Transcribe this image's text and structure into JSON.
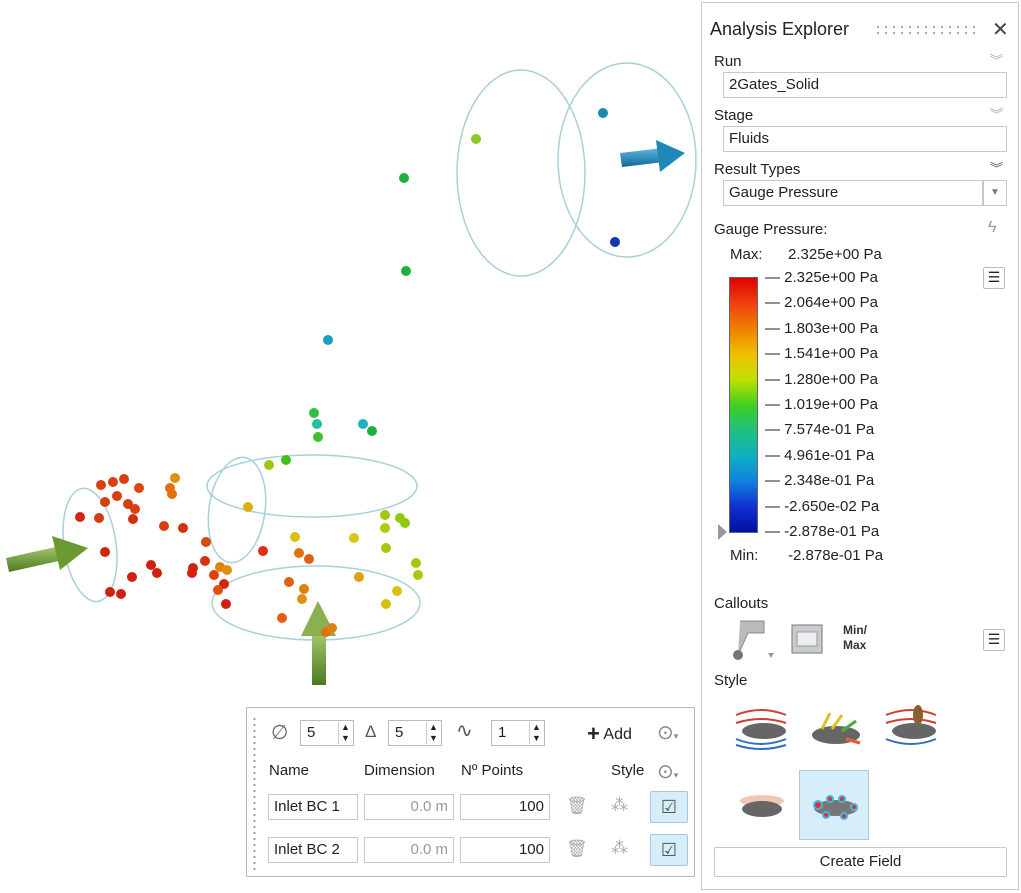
{
  "panel": {
    "title": "Analysis Explorer",
    "run_label": "Run",
    "run_value": "2Gates_Solid",
    "stage_label": "Stage",
    "stage_value": "Fluids",
    "result_types_label": "Result Types",
    "result_type_value": "Gauge Pressure",
    "legend": {
      "title": "Gauge Pressure:",
      "max_label": "Max:",
      "max_value": "2.325e+00 Pa",
      "min_label": "Min:",
      "min_value": "-2.878e-01 Pa",
      "ticks": [
        "2.325e+00 Pa",
        "2.064e+00 Pa",
        "1.803e+00 Pa",
        "1.541e+00 Pa",
        "1.280e+00 Pa",
        "1.019e+00 Pa",
        "7.574e-01 Pa",
        "4.961e-01 Pa",
        "2.348e-01 Pa",
        "-2.650e-02 Pa",
        "-2.878e-01 Pa"
      ]
    },
    "callouts_label": "Callouts",
    "minmax_label": "Min/\nMax",
    "style_label": "Style",
    "create_field": "Create Field"
  },
  "seed": {
    "diameter_value": "5",
    "spacing_value": "5",
    "wave_value": "1",
    "add_label": "Add",
    "headers": {
      "name": "Name",
      "dimension": "Dimension",
      "points": "Nº Points",
      "style": "Style"
    },
    "rows": [
      {
        "name": "Inlet BC 1",
        "dimension": "0.0 m",
        "points": "100"
      },
      {
        "name": "Inlet BC 2",
        "dimension": "0.0 m",
        "points": "100"
      }
    ]
  }
}
